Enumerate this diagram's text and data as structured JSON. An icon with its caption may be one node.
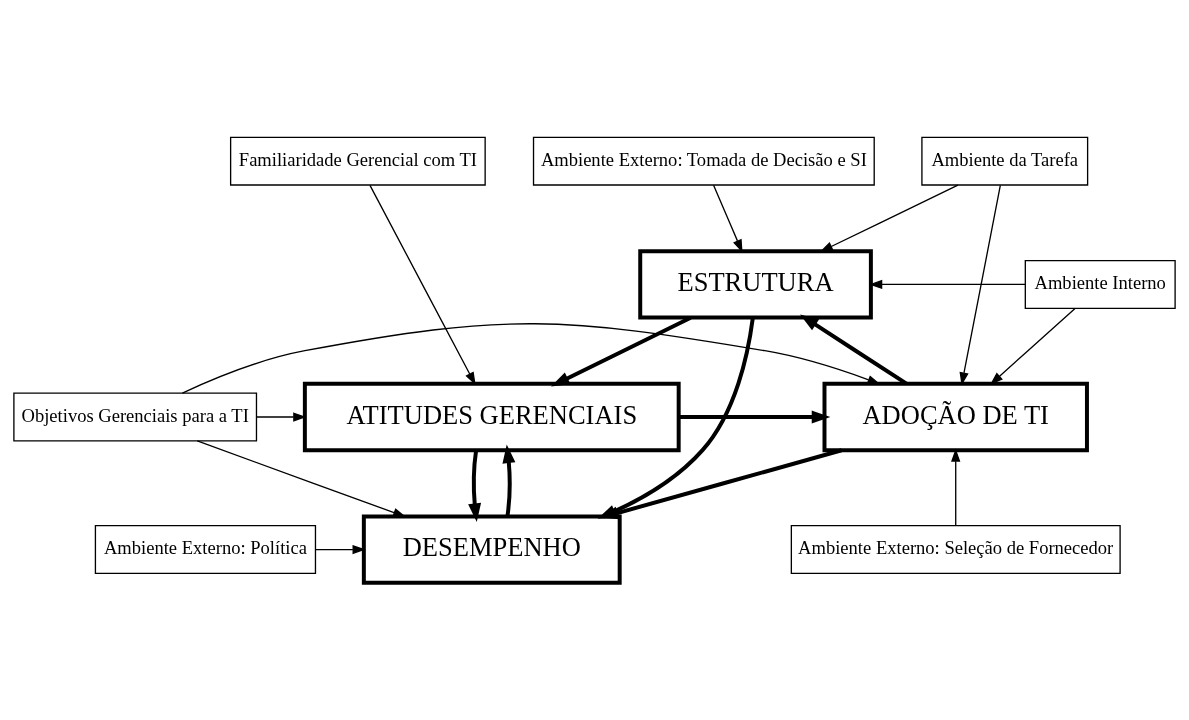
{
  "diagram": {
    "nodes": [
      {
        "text": [
          "Ambiente da Tarefa"
        ]
      },
      {
        "text": [
          "Ambiente Externo: Tomada de Decisão e SI"
        ]
      },
      {
        "text": [
          "Familiaridade Gerencial com TI"
        ]
      },
      {
        "text": [
          "Ambiente Interno"
        ]
      },
      {
        "text": [
          "ESTRUTURA"
        ]
      },
      {
        "text": [
          "Objetivos Gerenciais para a TI"
        ]
      },
      {
        "text": [
          "ADOÇÃO DE TI"
        ]
      },
      {
        "text": [
          "ATITUDES GERENCIAIS"
        ]
      },
      {
        "text": [
          "Ambiente Externo: Seleção de Fornecedor"
        ]
      },
      {
        "text": [
          "DESEMPENHO"
        ]
      },
      {
        "text": [
          "Ambiente Externo: Política"
        ]
      }
    ],
    "edges": [
      {
        "from": 0,
        "to": 4,
        "arrow": "to"
      },
      {
        "from": 0,
        "to": 6,
        "arrow": "to"
      },
      {
        "from": 1,
        "to": 4,
        "arrow": "to"
      },
      {
        "from": 3,
        "to": 4,
        "arrow": "to"
      },
      {
        "from": 3,
        "to": 6,
        "arrow": "to"
      },
      {
        "from": 2,
        "to": 7,
        "arrow": "to"
      },
      {
        "from": 4,
        "to": 7,
        "arrow": "to",
        "style": "thick"
      },
      {
        "from": 4,
        "to": 9,
        "arrow": "to",
        "style": "thick"
      },
      {
        "from": 6,
        "to": 4,
        "arrow": "to",
        "style": "thick"
      },
      {
        "from": 5,
        "to": 6,
        "arrow": "to"
      },
      {
        "from": 5,
        "to": 7,
        "arrow": "to"
      },
      {
        "from": 5,
        "to": 9,
        "arrow": "to"
      },
      {
        "from": 7,
        "to": 6,
        "arrow": "to",
        "style": "thick"
      },
      {
        "from": 6,
        "to": 9,
        "arrow": "to",
        "style": "thick"
      },
      {
        "from": 9,
        "to": 7,
        "arrow": "to",
        "style": "thick"
      },
      {
        "from": 7,
        "to": 9,
        "arrow": "to",
        "style": "thick"
      },
      {
        "from": 8,
        "to": 6,
        "arrow": "to"
      },
      {
        "from": 10,
        "to": 9,
        "arrow": "to"
      }
    ]
  }
}
